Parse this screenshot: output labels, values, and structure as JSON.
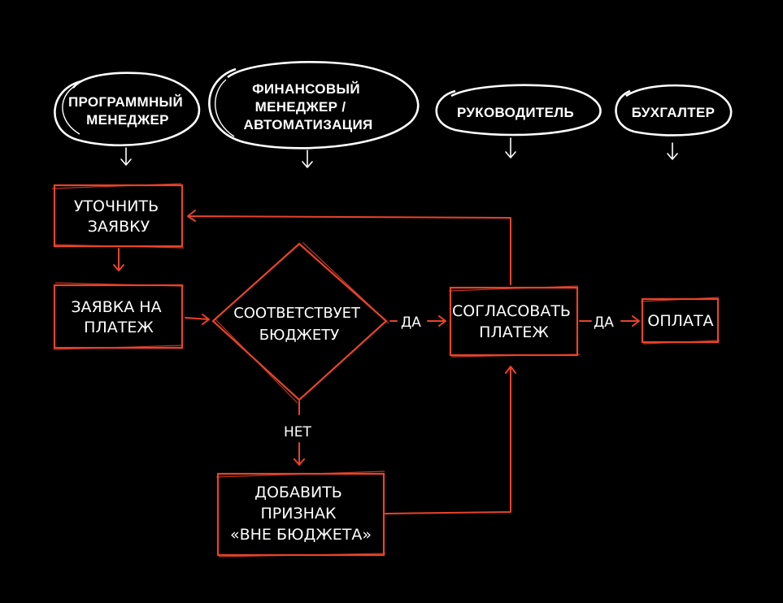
{
  "roles": {
    "program_manager": [
      "ПРОГРАММНЫЙ",
      "МЕНЕДЖЕР"
    ],
    "finance_manager": [
      "ФИНАНСОВЫЙ",
      "МЕНЕДЖЕР /",
      "АВТОМАТИЗАЦИЯ"
    ],
    "head": [
      "РУКОВОДИТЕЛЬ"
    ],
    "accountant": [
      "БУХГАЛТЕР"
    ]
  },
  "nodes": {
    "clarify_request": [
      "УТОЧНИТЬ",
      "ЗАЯВКУ"
    ],
    "payment_request": [
      "ЗАЯВКА НА",
      "ПЛАТЕЖ"
    ],
    "budget_check": [
      "СООТВЕТСТВУЕТ",
      "БЮДЖЕТУ"
    ],
    "approve_payment": [
      "СОГЛАСОВАТЬ",
      "ПЛАТЕЖ"
    ],
    "payment": [
      "ОПЛАТА"
    ],
    "mark_off_budget": [
      "ДОБАВИТЬ",
      "ПРИЗНАК",
      "«ВНЕ БЮДЖЕТА»"
    ]
  },
  "edge_labels": {
    "yes_1": "ДА",
    "yes_2": "ДА",
    "no": "НЕТ"
  },
  "colors": {
    "background": "#000000",
    "accent": "#e8442a",
    "text": "#ffffff"
  }
}
